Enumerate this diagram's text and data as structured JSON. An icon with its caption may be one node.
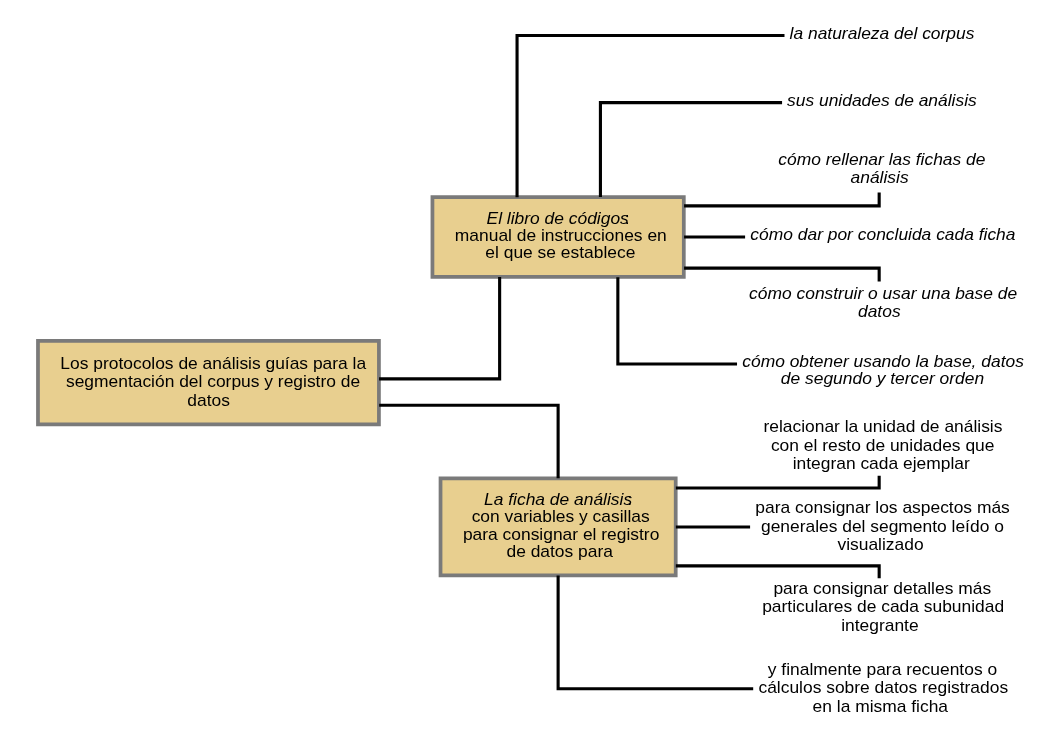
{
  "diagram": {
    "nodes": [
      {
        "text": [
          "Los protocolos de análisis guías para la segmentación del corpus y registro de datos"
        ]
      },
      {
        "text": [
          "*El libro de códigos*:",
          "manual de instrucciones en el que se establece"
        ]
      },
      {
        "text": [
          "*La ficha de análisis*:",
          "con variables y casillas para consignar el registro de datos para"
        ]
      },
      {
        "text": [
          "la naturaleza del corpus"
        ]
      },
      {
        "text": [
          "sus unidades de análisis"
        ]
      },
      {
        "text": [
          "cómo rellenar las fichas de análisis"
        ]
      },
      {
        "text": [
          "cómo dar por concluida cada ficha"
        ]
      },
      {
        "text": [
          "cómo construir o usar una base de datos"
        ]
      },
      {
        "text": [
          "cómo obtener usando la base, datos de segundo y tercer orden"
        ]
      },
      {
        "text": [
          "relacionar la unidad de análisis con el resto de unidades que integran cada ejemplar"
        ]
      },
      {
        "text": [
          "para consignar los aspectos más generales del segmento leído o visualizado"
        ]
      },
      {
        "text": [
          "para consignar detalles más particulares de cada subunidad integrante"
        ]
      },
      {
        "text": [
          "y finalmente para recuentos o cálculos sobre datos registrados en la misma ficha"
        ]
      }
    ],
    "edges": [
      {
        "from": 0,
        "to": 1,
        "arrow": "none"
      },
      {
        "from": 0,
        "to": 2,
        "arrow": "none"
      },
      {
        "from": 1,
        "to": 3,
        "arrow": "none"
      },
      {
        "from": 1,
        "to": 4,
        "arrow": "none"
      },
      {
        "from": 1,
        "to": 5,
        "arrow": "none"
      },
      {
        "from": 1,
        "to": 6,
        "arrow": "none"
      },
      {
        "from": 1,
        "to": 7,
        "arrow": "none"
      },
      {
        "from": 1,
        "to": 8,
        "arrow": "none"
      },
      {
        "from": 2,
        "to": 9,
        "arrow": "none"
      },
      {
        "from": 2,
        "to": 10,
        "arrow": "none"
      },
      {
        "from": 2,
        "to": 11,
        "arrow": "none"
      },
      {
        "from": 2,
        "to": 12,
        "arrow": "none"
      }
    ]
  }
}
